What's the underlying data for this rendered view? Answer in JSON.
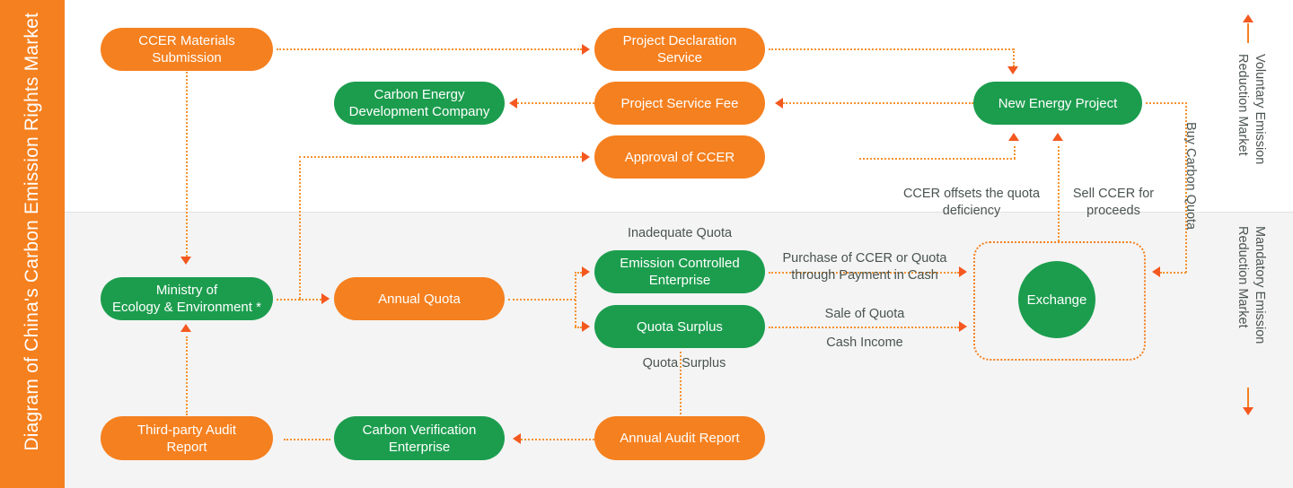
{
  "title_bar": {
    "text": "Diagram of China's Carbon Emission\nRights Market",
    "bg": "#f5801f",
    "color": "#ffffff"
  },
  "palette": {
    "orange": "#f5801f",
    "green": "#1c9d4e",
    "connector": "#f5922e",
    "arrow": "#f4581f",
    "band_bottom": "#f4f4f4",
    "label": "#49544f"
  },
  "markets": [
    {
      "name": "voluntary",
      "label": "Voluntary Emission\nReduction Market",
      "arrow": "up-arrow-icon"
    },
    {
      "name": "mandatory",
      "label": "Mandatory Emission\nReduction Market",
      "arrow": "down-arrow-icon"
    }
  ],
  "nodes": {
    "ccer_materials_submission": "CCER Materials\nSubmission",
    "project_declaration_service": "Project Declaration\nService",
    "carbon_energy_development_company": "Carbon Energy\nDevelopment Company",
    "project_service_fee": "Project Service Fee",
    "new_energy_project": "New Energy Project",
    "approval_of_ccer": "Approval of CCER",
    "ministry_of_ecology": "Ministry of\nEcology & Environment *",
    "annual_quota": "Annual Quota",
    "emission_controlled_enterprise": "Emission Controlled\nEnterprise",
    "quota_surplus": "Quota Surplus",
    "exchange": "Exchange",
    "third_party_audit_report": "Third-party Audit\nReport",
    "carbon_verification_enterprise": "Carbon Verification\nEnterprise",
    "annual_audit_report": "Annual Audit Report"
  },
  "edge_labels": {
    "ccer_offsets": "CCER offsets the quota\ndeficiency",
    "sell_ccer": "Sell CCER for\nproceeds",
    "buy_carbon_quota": "Buy Carbon Quota",
    "inadequate_quota": "Inadequate Quota",
    "quota_surplus_label": "Quota Surplus",
    "purchase_ccer": "Purchase of CCER or Quota\nthrough Payment in Cash",
    "sale_of_quota": "Sale of Quota",
    "cash_income": "Cash Income"
  }
}
